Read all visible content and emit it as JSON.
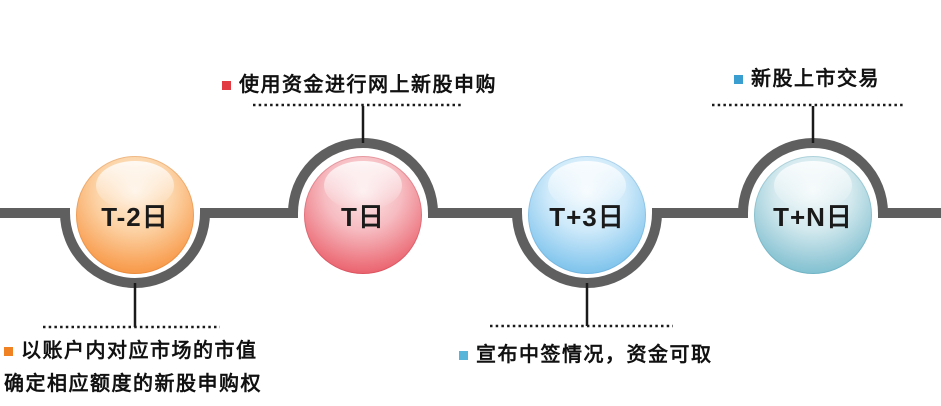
{
  "timeline": {
    "line_color": "#5f5f5f",
    "nodes": [
      {
        "label": "T-2日",
        "theme": "orange",
        "color": "#f5893a",
        "position": "below-line"
      },
      {
        "label": "T日",
        "theme": "red",
        "color": "#e6404e",
        "position": "above-line"
      },
      {
        "label": "T+3日",
        "theme": "blue",
        "color": "#63b6e4",
        "position": "below-line"
      },
      {
        "label": "T+N日",
        "theme": "teal",
        "color": "#66b9ca",
        "position": "above-line"
      }
    ],
    "annotations": [
      {
        "text": "使用资金进行网上新股申购",
        "bullet_color": "#e23b43",
        "attached_to": "T日",
        "placement": "top"
      },
      {
        "text": "新股上市交易",
        "bullet_color": "#3a9fd0",
        "attached_to": "T+N日",
        "placement": "top"
      },
      {
        "line1": "以账户内对应市场的市值",
        "line2": "确定相应额度的新股申购权",
        "bullet_color": "#f08223",
        "attached_to": "T-2日",
        "placement": "bottom"
      },
      {
        "text": "宣布中签情况，资金可取",
        "bullet_color": "#57b5da",
        "attached_to": "T+3日",
        "placement": "bottom"
      }
    ]
  }
}
